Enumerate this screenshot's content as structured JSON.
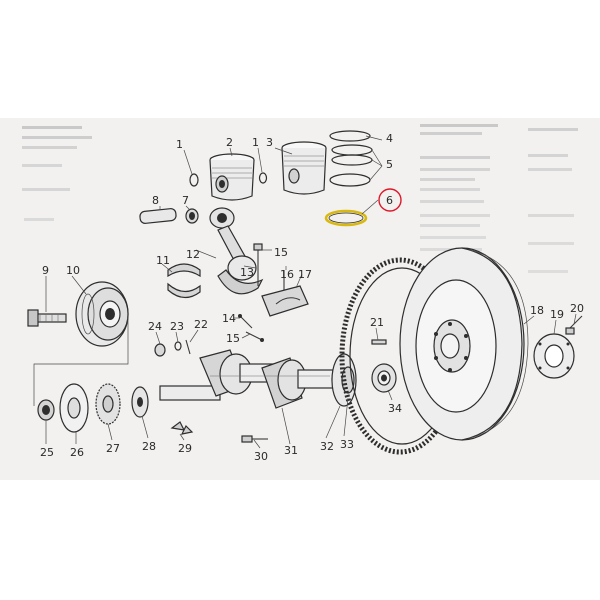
{
  "colors": {
    "background": "#f2f1ef",
    "ink": "#2e2e2e",
    "highlight_ring": "#d9b80f",
    "callout_circle": "#e0162a"
  },
  "callouts": {
    "c1": "1",
    "c2": "2",
    "c3": "3",
    "c4": "4",
    "c5": "5",
    "c6": "6",
    "c7": "7",
    "c8": "8",
    "c9": "9",
    "c10": "10",
    "c11": "11",
    "c12": "12",
    "c13": "13",
    "c14": "14",
    "c15": "15",
    "c15b": "15",
    "c16": "16",
    "c17": "17",
    "c18": "18",
    "c19": "19",
    "c20": "20",
    "c21": "21",
    "c22": "22",
    "c23": "23",
    "c24": "24",
    "c25": "25",
    "c26": "26",
    "c27": "27",
    "c28": "28",
    "c29": "29",
    "c30": "30",
    "c31": "31",
    "c32": "32",
    "c33": "33",
    "c34": "34"
  }
}
